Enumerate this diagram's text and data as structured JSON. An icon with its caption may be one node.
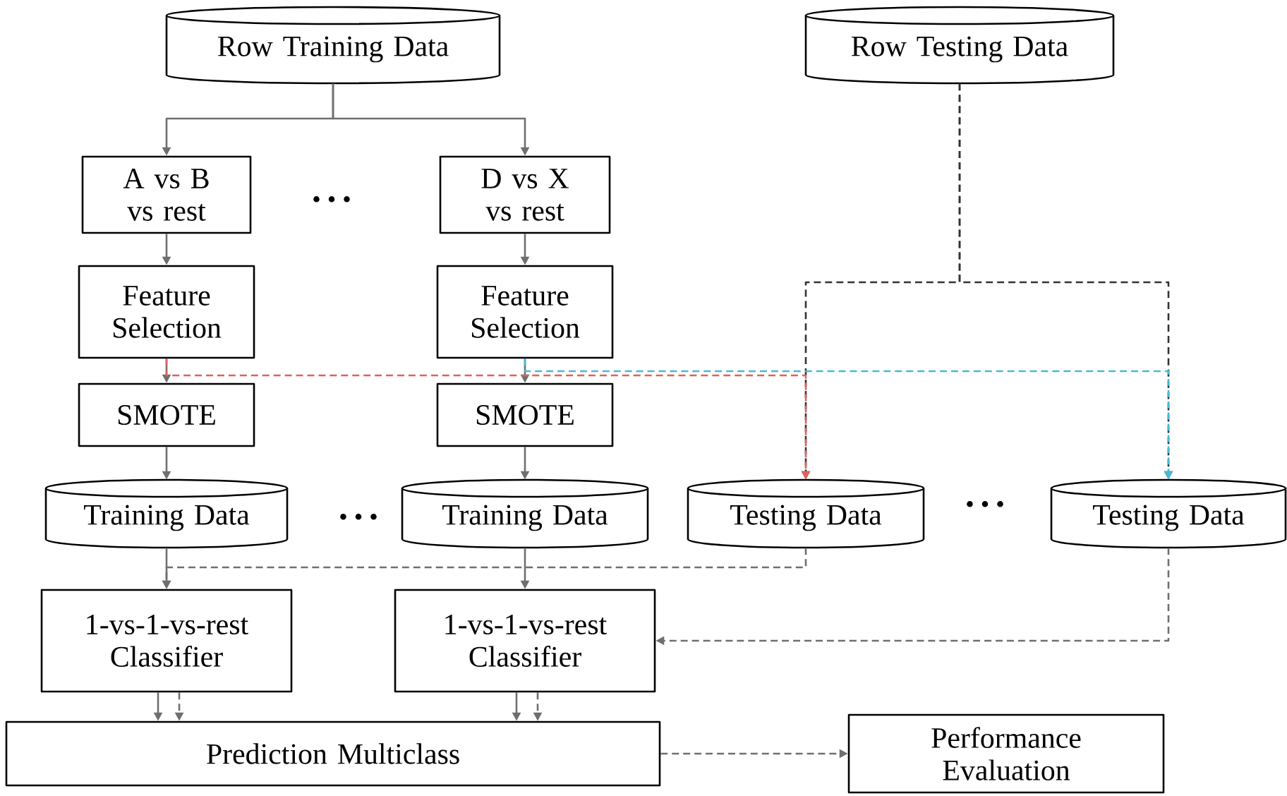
{
  "diagram": {
    "nodes": [
      {
        "text": [
          "Row Training Data"
        ]
      },
      {
        "text": [
          "Row Testing Data"
        ]
      },
      {
        "text": [
          "A vs B vs rest"
        ]
      },
      {
        "text": [
          "D vs X vs rest"
        ]
      },
      {
        "text": [
          "Feature Selection"
        ]
      },
      {
        "text": [
          "Feature Selection"
        ]
      },
      {
        "text": [
          "SMOTE"
        ]
      },
      {
        "text": [
          "SMOTE"
        ]
      },
      {
        "text": [
          "Training Data"
        ]
      },
      {
        "text": [
          "Training Data"
        ]
      },
      {
        "text": [
          "Testing Data"
        ]
      },
      {
        "text": [
          "Testing Data"
        ]
      },
      {
        "text": [
          "1-vs-1-vs-rest Classifier"
        ]
      },
      {
        "text": [
          "1-vs-1-vs-rest Classifier"
        ]
      },
      {
        "text": [
          "Prediction Multiclass"
        ]
      },
      {
        "text": [
          "Performance Evaluation"
        ]
      }
    ],
    "edges": [
      {
        "from": 0,
        "to": 2,
        "arrow": "to"
      },
      {
        "from": 0,
        "to": 3,
        "arrow": "to"
      },
      {
        "from": 2,
        "to": 4,
        "arrow": "to"
      },
      {
        "from": 3,
        "to": 5,
        "arrow": "to"
      },
      {
        "from": 4,
        "to": 6,
        "arrow": "to"
      },
      {
        "from": 5,
        "to": 7,
        "arrow": "to"
      },
      {
        "from": 6,
        "to": 8,
        "arrow": "to"
      },
      {
        "from": 7,
        "to": 9,
        "arrow": "to"
      },
      {
        "from": 1,
        "to": 10,
        "arrow": "to",
        "style": "dashed",
        "color": "#333333"
      },
      {
        "from": 1,
        "to": 11,
        "arrow": "to",
        "style": "dashed",
        "color": "#333333"
      },
      {
        "from": 4,
        "to": 10,
        "arrow": "to",
        "style": "dashed",
        "color": "#e06060"
      },
      {
        "from": 5,
        "to": 11,
        "arrow": "to",
        "style": "dashed",
        "color": "#4ab8d6"
      },
      {
        "from": 8,
        "to": 12,
        "arrow": "to"
      },
      {
        "from": 9,
        "to": 13,
        "arrow": "to"
      },
      {
        "from": 10,
        "to": 12,
        "arrow": "to",
        "style": "dashed"
      },
      {
        "from": 11,
        "to": 13,
        "arrow": "to",
        "style": "dashed"
      },
      {
        "from": 12,
        "to": 14,
        "arrow": "to"
      },
      {
        "from": 12,
        "to": 14,
        "arrow": "to",
        "style": "dashed"
      },
      {
        "from": 13,
        "to": 14,
        "arrow": "to"
      },
      {
        "from": 13,
        "to": 14,
        "arrow": "to",
        "style": "dashed"
      },
      {
        "from": 14,
        "to": 15,
        "arrow": "to",
        "style": "dashed"
      }
    ],
    "labels": [
      "• • •",
      "• • •",
      "• • •"
    ]
  }
}
